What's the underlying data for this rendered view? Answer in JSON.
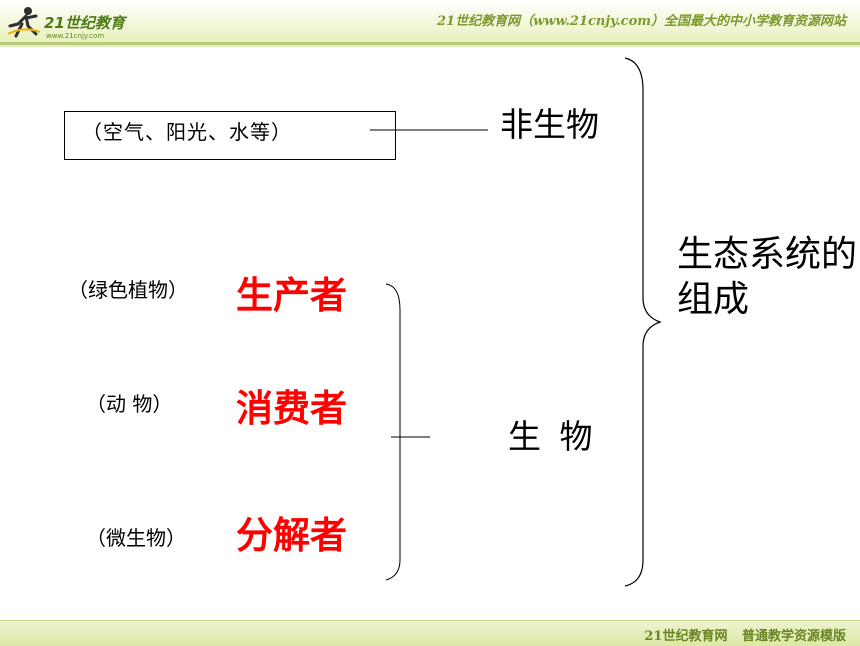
{
  "header": {
    "logo_text": "21世纪教育",
    "logo_url": "www.21cnjy.com",
    "title": "21世纪教育网（www.21cnjy.com）全国最大的中小学教育资源网站"
  },
  "footer": {
    "text": "21世纪教育网 普通教学资源模版"
  },
  "diagram": {
    "root": "生态系统的组成",
    "abiotic": {
      "label": "非生物",
      "note": "（空气、阳光、水等）"
    },
    "biotic": {
      "label": "生 物",
      "roles": [
        {
          "name": "生产者",
          "note": "（绿色植物）"
        },
        {
          "name": "消费者",
          "note": "（动 物）"
        },
        {
          "name": "分解者",
          "note": "（微生物）"
        }
      ]
    }
  },
  "colors": {
    "role_text": "#ff0000",
    "header_green": "#7c9a2e"
  }
}
